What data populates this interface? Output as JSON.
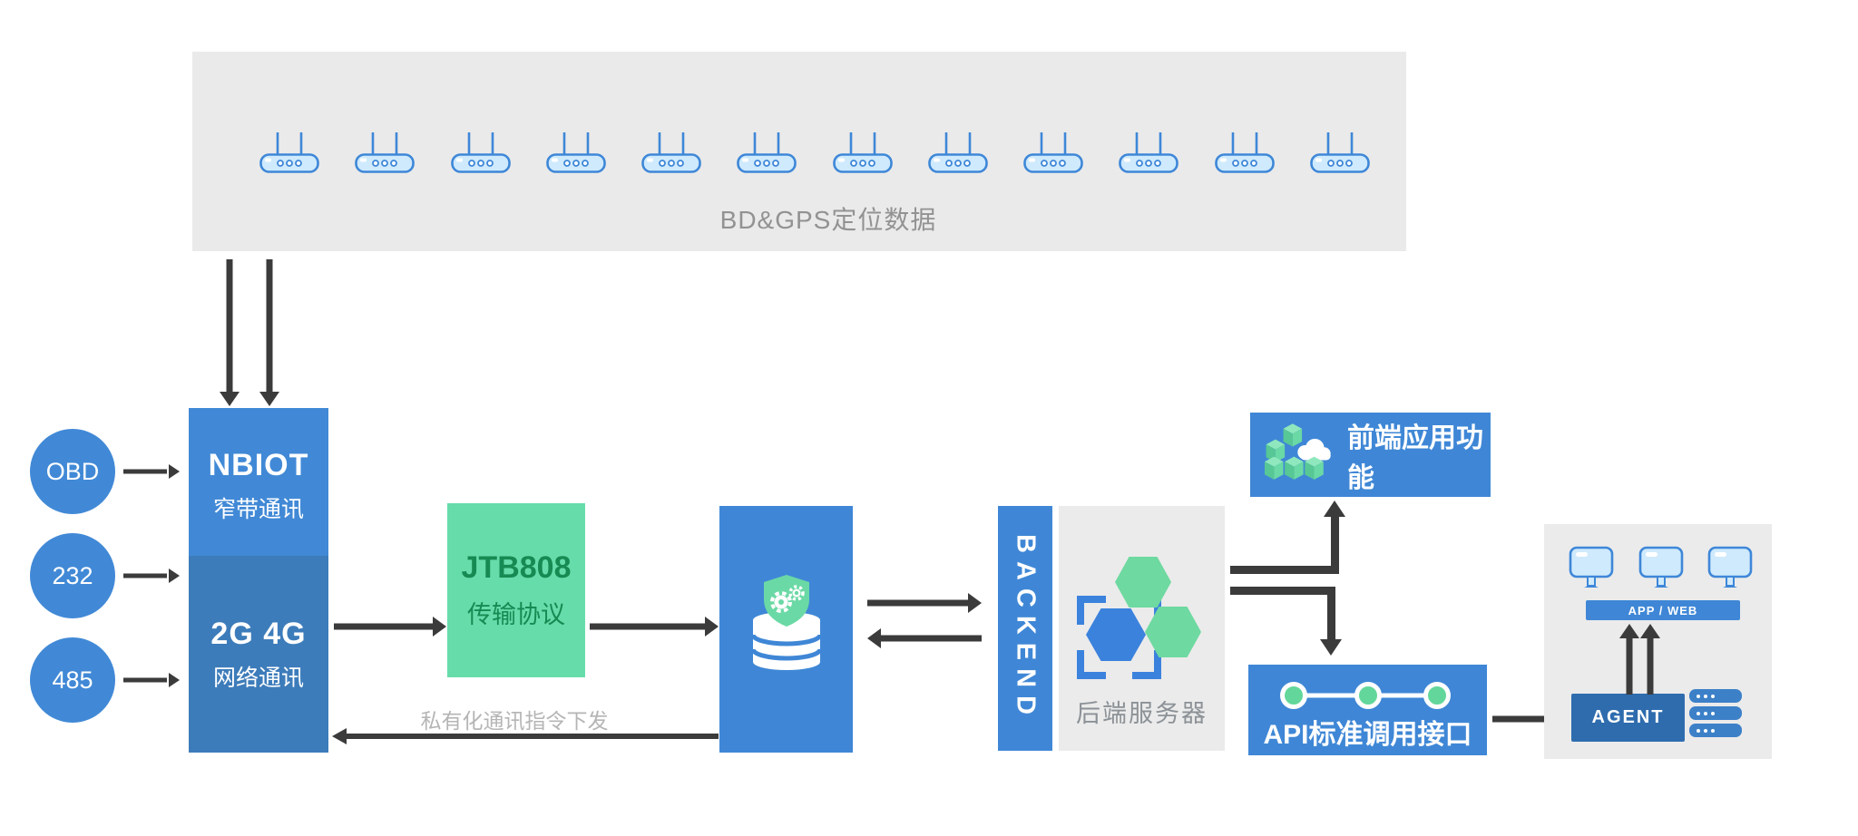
{
  "colors": {
    "accent_blue": "#4189d6",
    "deep_blue": "#3d7cba",
    "box_blue": "#3f87d6",
    "agent_blue": "#2e6cae",
    "server_blue": "#3c80c8",
    "hex_blue": "#3b82dd",
    "mint_green": "#67dcab",
    "icon_green": "#6bd9a5",
    "green_text": "#168a52",
    "panel_gray": "#eaeaea",
    "panel_gray2": "#ebebeb",
    "arrow_dark": "#3b3b3b",
    "muted_text": "#929292",
    "gray_text": "#8b9196",
    "faint_text": "#b5b5b5",
    "icon_fill": "#cfeafc",
    "icon_stroke": "#3e87d8"
  },
  "icons": {
    "device": "router-icon",
    "storage": "shield-database-icon",
    "backend": "hexagon-cluster-icon",
    "frontend": "cubes-cloud-icon",
    "api": "timeline-dots-icon",
    "client": "monitor-icon",
    "agent_side": "server-stack-icon"
  },
  "top_panel": {
    "label": "BD&GPS定位数据",
    "device_count": 12
  },
  "left_inputs": {
    "items": [
      {
        "label": "OBD"
      },
      {
        "label": "232"
      },
      {
        "label": "485"
      }
    ]
  },
  "gateway": {
    "top_title": "NBIOT",
    "top_subtitle": "窄带通讯",
    "bottom_title": "2G 4G",
    "bottom_subtitle": "网络通讯"
  },
  "protocol": {
    "title": "JTB808",
    "subtitle": "传输协议"
  },
  "downlink": {
    "label": "私有化通讯指令下发"
  },
  "backend": {
    "bar_label": "BACKEND",
    "server_label": "后端服务器"
  },
  "frontend": {
    "label": "前端应用功能"
  },
  "api": {
    "label": "API标准调用接口"
  },
  "client_panel": {
    "app_web_label": "APP / WEB",
    "agent_label": "AGENT",
    "monitor_count": 3,
    "server_count": 3
  }
}
